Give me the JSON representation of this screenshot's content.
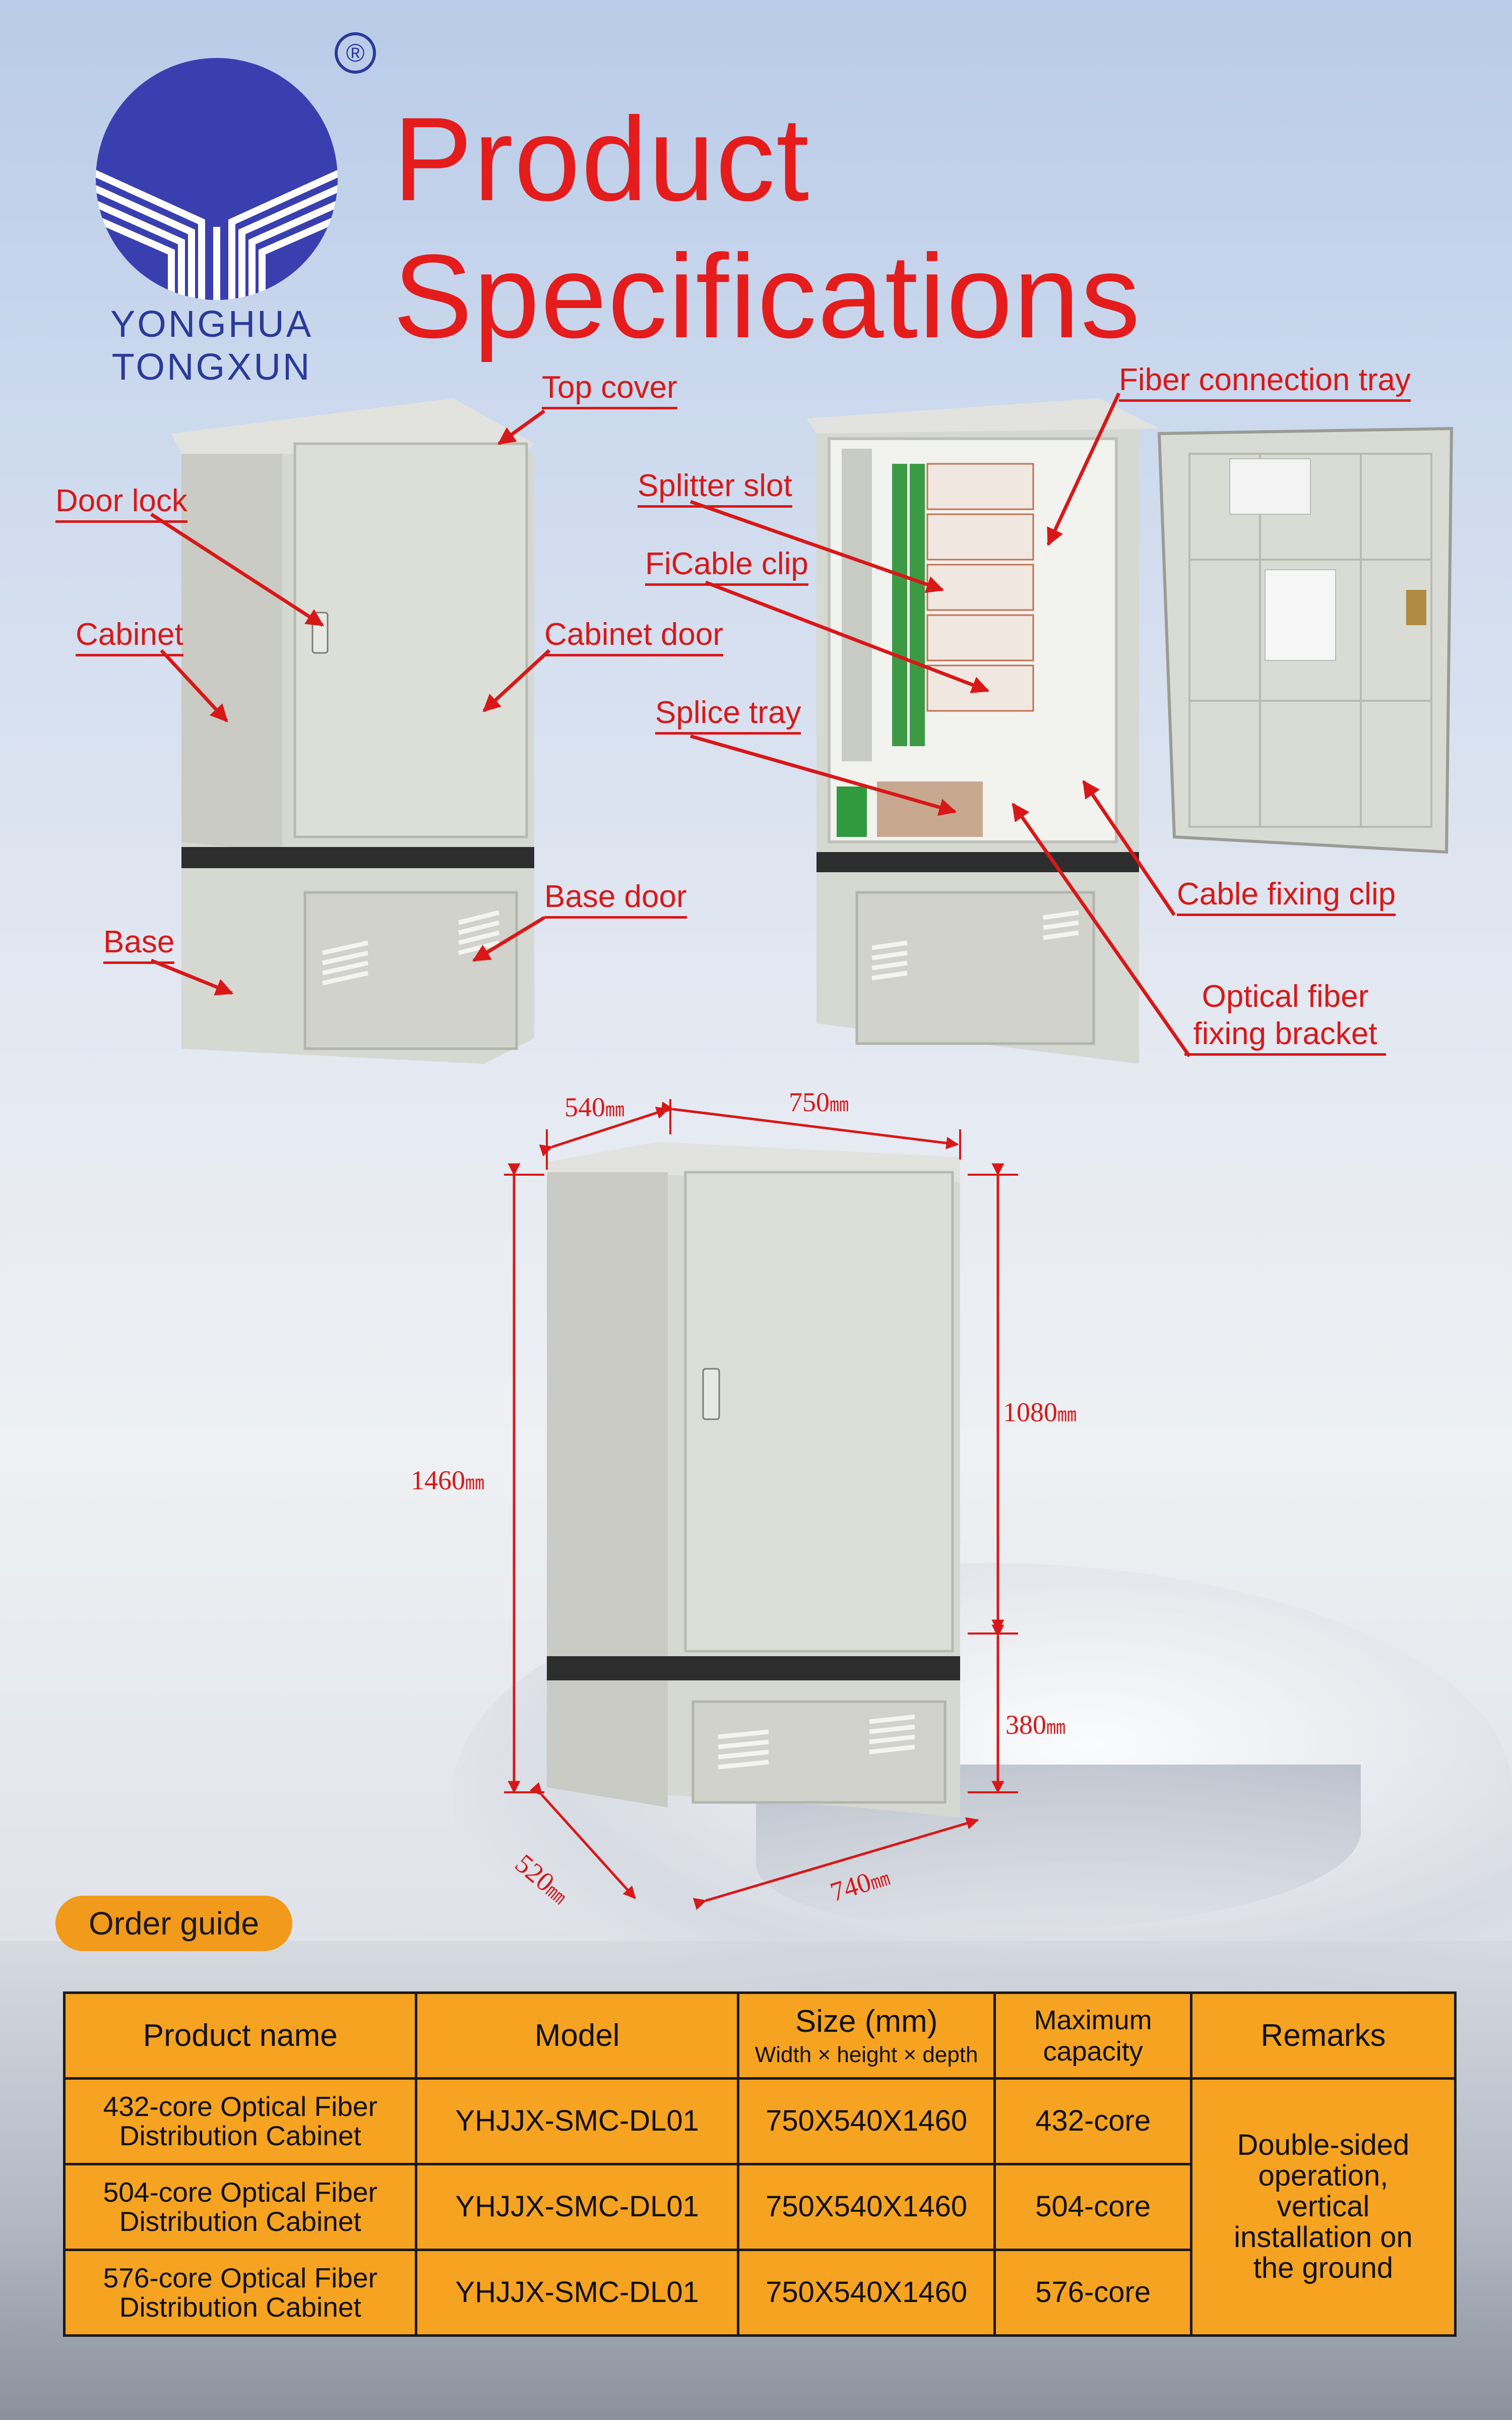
{
  "header": {
    "title": "Product Specifications",
    "logo_name": "YONGHUA TONGXUN",
    "registered_mark": "®"
  },
  "left_cabinet": {
    "callouts": {
      "top_cover": "Top cover",
      "door_lock": "Door lock",
      "cabinet": "Cabinet",
      "cabinet_door": "Cabinet door",
      "base_door": "Base door",
      "base": "Base"
    }
  },
  "right_cabinet": {
    "callouts": {
      "fiber_connection_tray": "Fiber connection tray",
      "splitter_slot": "Splitter slot",
      "ficable_clip": "FiCable clip",
      "splice_tray": "Splice tray",
      "cable_fixing_clip": "Cable fixing clip",
      "optical_fiber_line1": "Optical fiber",
      "optical_fiber_line2": "fixing bracket"
    }
  },
  "dimensions": {
    "top_depth": "540",
    "top_width": "750",
    "height_total": "1460",
    "height_upper": "1080",
    "height_base": "380",
    "base_depth": "520",
    "base_width": "740",
    "unit": "㎜"
  },
  "order_guide": {
    "badge": "Order guide",
    "headers": {
      "product_name": "Product name",
      "model": "Model",
      "size": "Size (mm)",
      "size_sub": "Width × height × depth",
      "capacity_line1": "Maximum",
      "capacity_line2": "capacity",
      "remarks": "Remarks"
    },
    "rows": [
      {
        "name_line1": "432-core Optical Fiber",
        "name_line2": "Distribution Cabinet",
        "model": "YHJJX-SMC-DL01",
        "size": "750X540X1460",
        "capacity": "432-core"
      },
      {
        "name_line1": "504-core Optical Fiber",
        "name_line2": "Distribution Cabinet",
        "model": "YHJJX-SMC-DL01",
        "size": "750X540X1460",
        "capacity": "504-core"
      },
      {
        "name_line1": "576-core Optical Fiber",
        "name_line2": "Distribution Cabinet",
        "model": "YHJJX-SMC-DL01",
        "size": "750X540X1460",
        "capacity": "576-core"
      }
    ],
    "remarks": [
      "Double-sided",
      "operation,",
      "vertical",
      "installation on",
      "the ground"
    ]
  },
  "colors": {
    "accent_red": "#d81818",
    "title_red": "#e41c1c",
    "logo_blue": "#2a3a9a",
    "table_orange": "#f5a321",
    "badge_orange": "#f29a1c"
  }
}
